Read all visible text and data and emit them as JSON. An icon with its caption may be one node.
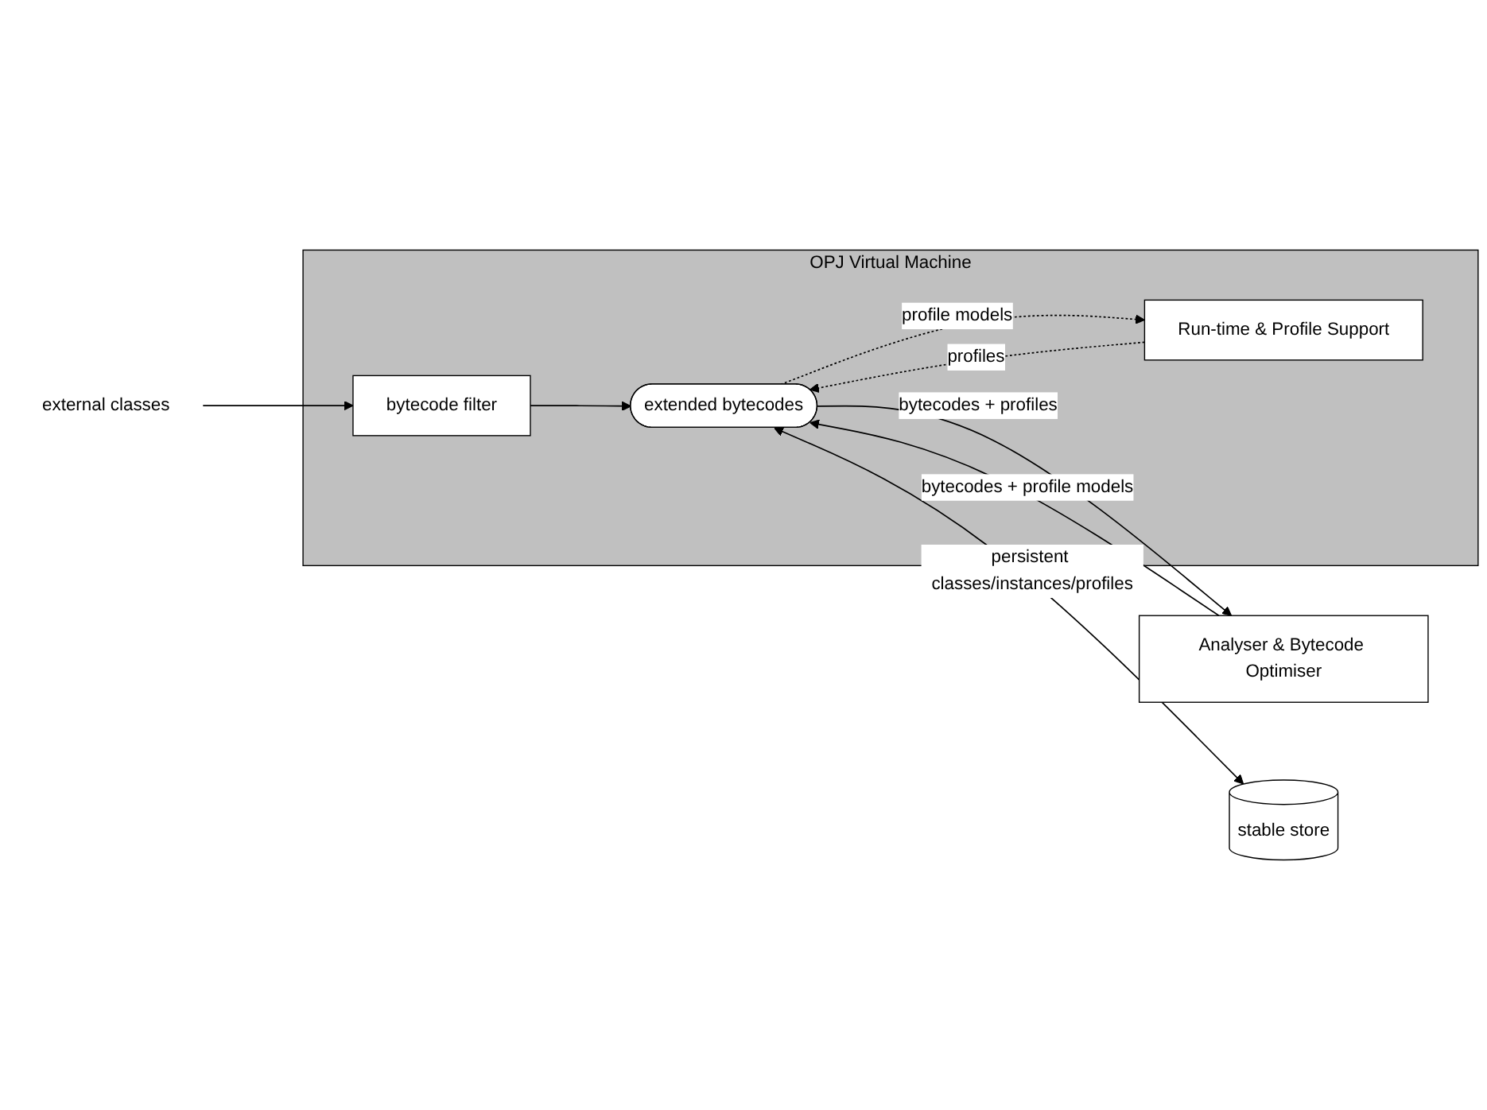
{
  "diagram": {
    "nodes": [
      {
        "text": [
          "external classes"
        ]
      },
      {
        "text": [
          "OPJ Virtual Machine"
        ]
      },
      {
        "text": [
          "bytecode filter"
        ],
        "in": 1
      },
      {
        "text": [
          "Run-time & Profile Support"
        ],
        "in": 1
      },
      {
        "text": [
          "extended bytecodes"
        ],
        "in": 1
      },
      {
        "text": [
          "Analyser & Bytecode Optimiser"
        ]
      },
      {
        "text": [
          "stable store"
        ]
      }
    ],
    "edges": [
      {
        "from": 0,
        "to": 2,
        "arrow": "to"
      },
      {
        "from": 2,
        "to": 4,
        "arrow": "to"
      },
      {
        "from": 3,
        "to": 4,
        "arrow": "to",
        "label": "profiles",
        "style": "dashed"
      },
      {
        "from": 4,
        "to": 5,
        "arrow": "to",
        "label": "bytecodes + profiles"
      },
      {
        "from": 5,
        "to": 4,
        "arrow": "to",
        "label": "bytecodes + profile models"
      },
      {
        "from": 4,
        "to": 3,
        "arrow": "to",
        "label": "profile models",
        "style": "dashed"
      },
      {
        "from": 4,
        "to": 6,
        "arrow": "both",
        "label": "persistent classes/instances/profiles"
      }
    ]
  }
}
